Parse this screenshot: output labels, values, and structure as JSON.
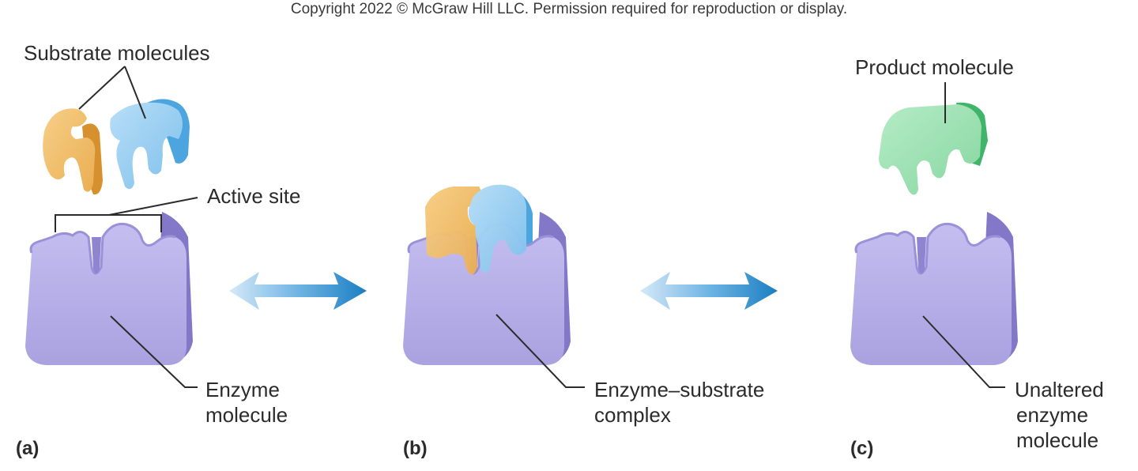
{
  "copyright": "Copyright 2022 © McGraw Hill LLC. Permission required for reproduction or display.",
  "panels": {
    "a": {
      "tag": "(a)",
      "substrate_label": "Substrate molecules",
      "active_site_label": "Active site",
      "enzyme_label_line1": "Enzyme",
      "enzyme_label_line2": "molecule"
    },
    "b": {
      "tag": "(b)",
      "complex_label_line1": "Enzyme–substrate",
      "complex_label_line2": "complex"
    },
    "c": {
      "tag": "(c)",
      "product_label": "Product molecule",
      "unaltered_label_line1": "Unaltered",
      "unaltered_label_line2": "enzyme",
      "unaltered_label_line3": "molecule"
    }
  },
  "colors": {
    "enzyme_front": "#b7b0e8",
    "enzyme_side": "#8378c8",
    "substrate_orange": "#efb860",
    "substrate_orange_side": "#d6912e",
    "substrate_blue": "#8ecaf0",
    "substrate_blue_side": "#4da5df",
    "product_green": "#8fdcaa",
    "product_green_side": "#3fb46a",
    "arrow_dark": "#1b7fc2",
    "arrow_light": "#cfe6f7"
  },
  "icons": [
    "enzyme-molecule",
    "substrate-molecule",
    "product-molecule",
    "double-arrow"
  ]
}
